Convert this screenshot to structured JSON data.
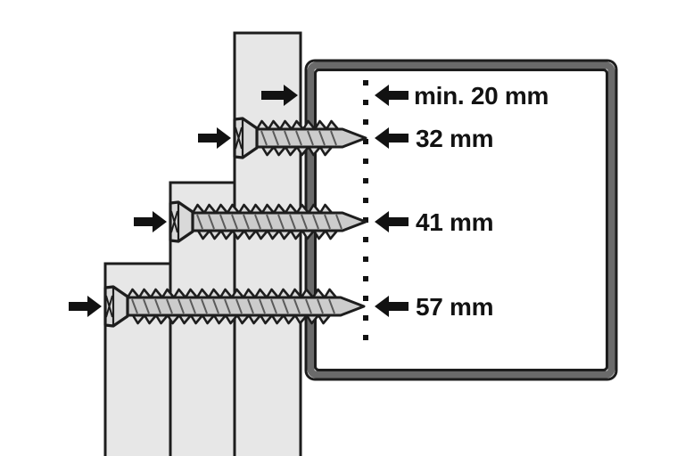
{
  "diagram": {
    "description": "Installation diagram: three screws of increasing length driven through boards of increasing thickness toward a panel, with a dotted minimum-anchoring-depth reference line",
    "background": "#ffffff",
    "colors": {
      "board_fill": "#e7e7e7",
      "outline": "#1d1d1d",
      "panel_band": "#6a6a6a",
      "panel_fill": "#ffffff",
      "screw_fill": "#d9d9d9",
      "screw_core": "#cccccc",
      "thread_line": "#5a5a5a",
      "arrow": "#121212",
      "text": "#121212"
    },
    "rows": [
      {
        "id": "min-anchor-depth",
        "label": "min. 20 mm"
      },
      {
        "id": "screw-length-32",
        "label": "32 mm"
      },
      {
        "id": "screw-length-41",
        "label": "41 mm"
      },
      {
        "id": "screw-length-57",
        "label": "57 mm"
      }
    ],
    "icons": {
      "drive_direction": "right-arrow-icon",
      "dimension_pointer": "left-arrow-icon",
      "reference_line": "dotted-vertical-line"
    }
  }
}
